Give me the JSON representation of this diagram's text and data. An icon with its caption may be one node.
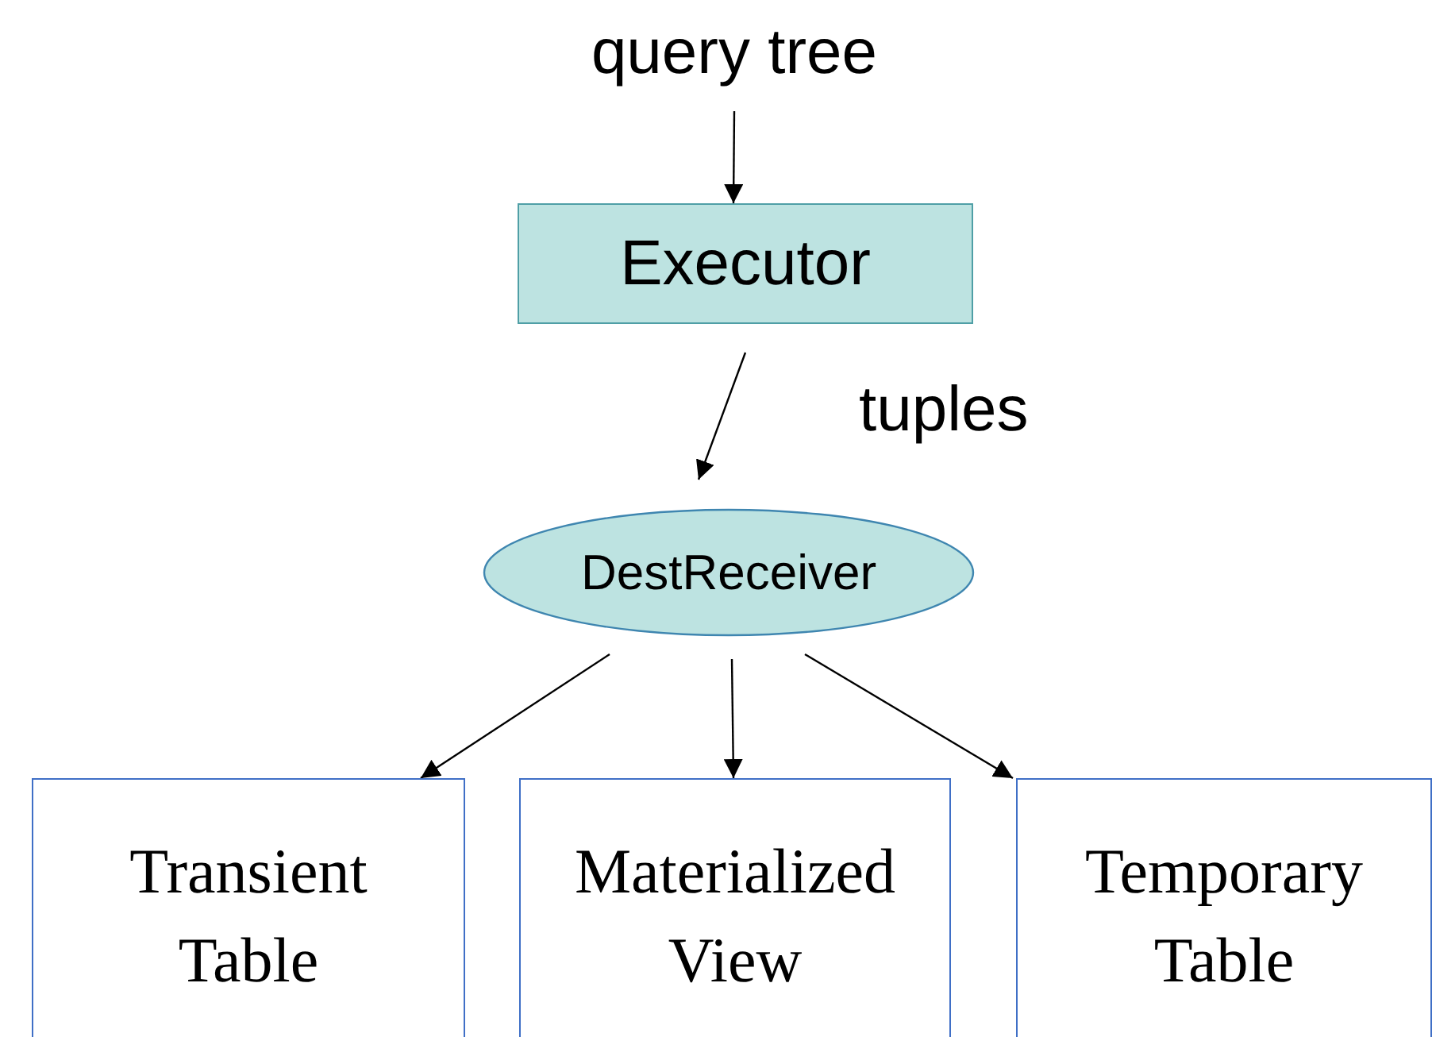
{
  "diagram": {
    "nodes": [
      {
        "text": [
          "query tree"
        ]
      },
      {
        "text": [
          "Executor"
        ]
      },
      {
        "text": [
          "DestReceiver"
        ]
      },
      {
        "text": [
          "Transient Table"
        ]
      },
      {
        "text": [
          "Materialized View"
        ]
      },
      {
        "text": [
          "Temporary Table"
        ]
      }
    ],
    "edges": [
      {
        "from": 0,
        "to": 1,
        "arrow": "to"
      },
      {
        "from": 1,
        "to": 2,
        "arrow": "to",
        "label": "tuples"
      },
      {
        "from": 2,
        "to": 3,
        "arrow": "to"
      },
      {
        "from": 2,
        "to": 4,
        "arrow": "to"
      },
      {
        "from": 2,
        "to": 5,
        "arrow": "to"
      }
    ]
  }
}
